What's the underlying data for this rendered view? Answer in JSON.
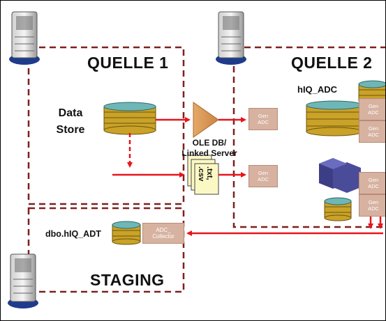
{
  "sources": {
    "quelle1": "QUELLE 1",
    "quelle2": "QUELLE 2",
    "staging": "STAGING"
  },
  "data_store": {
    "line1": "Data",
    "line2": "Store"
  },
  "connector": {
    "line1": "OLE DB/",
    "line2": "Linked Server"
  },
  "files": {
    "line1": ".txt,",
    "line2": ".csv"
  },
  "db_labels": {
    "adc": "hIQ_ADC",
    "adt": "dbo.hIQ_ADT"
  },
  "gen_adc": "Gen\nADC",
  "collector": "ADC_\nCollector",
  "colors": {
    "dashed_border": "#7f1f1f",
    "arrow": "#e8141b",
    "gen_box": "#d7b2a1",
    "db_gold": "#c9a227",
    "db_teal": "#6fb6b6",
    "cube": "#3c3e85",
    "triangle": "#d99a5e"
  },
  "icons": [
    "server-icon",
    "database-icon",
    "triangle-adapter-icon",
    "file-stack-icon",
    "cube-icon"
  ]
}
